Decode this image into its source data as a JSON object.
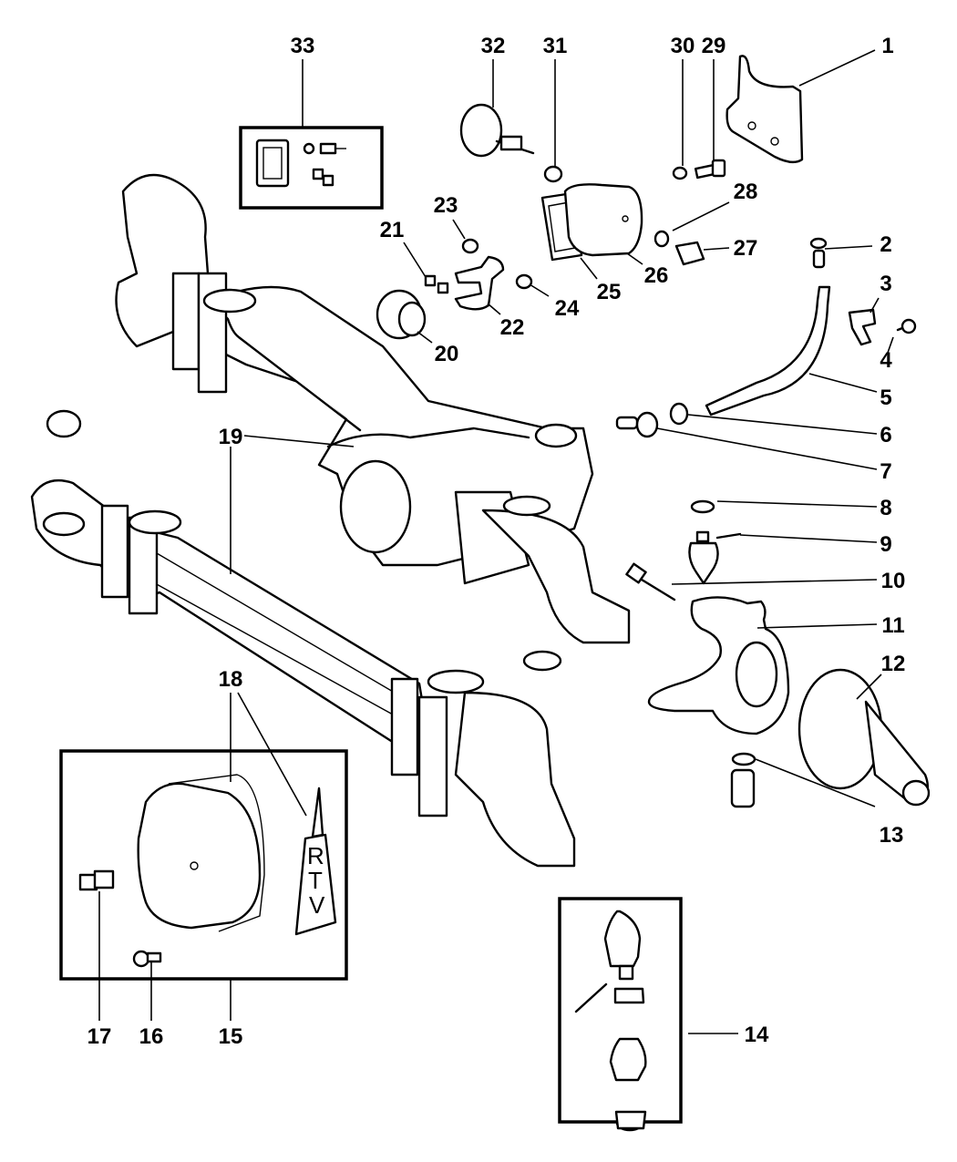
{
  "diagram": {
    "title": "Front Axle Housing Exploded View",
    "callouts": [
      {
        "num": "1"
      },
      {
        "num": "2"
      },
      {
        "num": "3"
      },
      {
        "num": "4"
      },
      {
        "num": "5"
      },
      {
        "num": "6"
      },
      {
        "num": "7"
      },
      {
        "num": "8"
      },
      {
        "num": "9"
      },
      {
        "num": "10"
      },
      {
        "num": "11"
      },
      {
        "num": "12"
      },
      {
        "num": "13"
      },
      {
        "num": "14"
      },
      {
        "num": "15"
      },
      {
        "num": "16"
      },
      {
        "num": "17"
      },
      {
        "num": "18"
      },
      {
        "num": "19"
      },
      {
        "num": "20"
      },
      {
        "num": "21"
      },
      {
        "num": "22"
      },
      {
        "num": "23"
      },
      {
        "num": "24"
      },
      {
        "num": "25"
      },
      {
        "num": "26"
      },
      {
        "num": "27"
      },
      {
        "num": "28"
      },
      {
        "num": "29"
      },
      {
        "num": "30"
      },
      {
        "num": "31"
      },
      {
        "num": "32"
      },
      {
        "num": "33"
      }
    ],
    "rtv_label": [
      "R",
      "T",
      "V"
    ]
  }
}
